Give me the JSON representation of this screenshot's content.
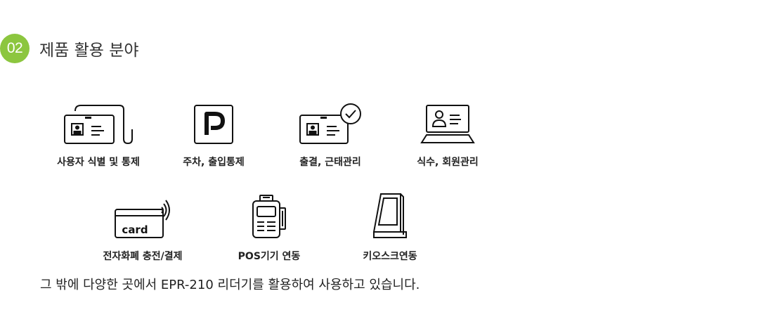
{
  "section": {
    "number": "02",
    "title": "제품 활용 분야",
    "accent_color": "#8cc63f"
  },
  "uses": [
    {
      "label": "사용자 식별 및 통제",
      "icon": "id-badge-lanyard-icon"
    },
    {
      "label": "주차, 출입통제",
      "icon": "parking-icon"
    },
    {
      "label": "출결, 근태관리",
      "icon": "id-card-check-icon"
    },
    {
      "label": "식수, 회원관리",
      "icon": "laptop-profile-icon"
    },
    {
      "label": "전자화폐 충전/결제",
      "icon": "contactless-card-icon",
      "icon_text": "card"
    },
    {
      "label": "POS기기 연동",
      "icon": "pos-terminal-icon"
    },
    {
      "label": "키오스크연동",
      "icon": "kiosk-icon"
    }
  ],
  "footer_text": "그 밖에 다양한 곳에서 EPR-210 리더기를 활용하여 사용하고 있습니다."
}
